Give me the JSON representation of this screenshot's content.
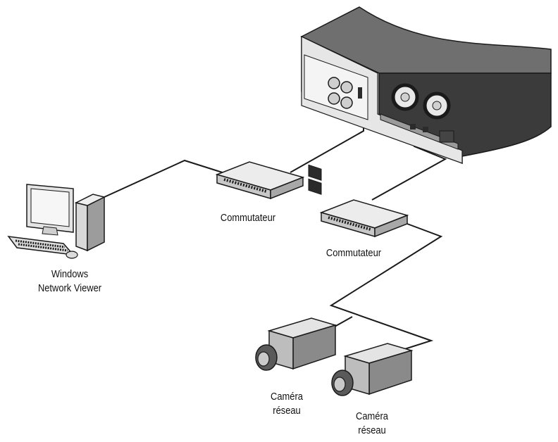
{
  "labels": {
    "pc_line1": "Windows",
    "pc_line2": "Network Viewer",
    "switch1": "Commutateur",
    "switch2": "Commutateur",
    "camera1_line1": "Caméra",
    "camera1_line2": "réseau",
    "camera2_line1": "Caméra",
    "camera2_line2": "réseau"
  },
  "colors": {
    "stroke": "#1a1a1a",
    "device_dark": "#3b3b3b",
    "device_top": "#6f6f6f",
    "panel_light": "#efefef",
    "switch_body": "#dcdcdc"
  }
}
